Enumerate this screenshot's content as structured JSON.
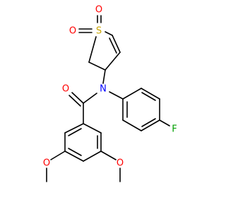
{
  "atoms": {
    "sulfur": "S",
    "sulfonyl_oxygen_left": "O",
    "sulfonyl_oxygen_top": "O",
    "nitrogen": "N",
    "carbonyl_oxygen": "O",
    "fluorine": "F",
    "methoxy_oxygen_left": "O",
    "methoxy_oxygen_right": "O"
  },
  "colors": {
    "bond": "#000000",
    "sulfur": "#c8a400",
    "oxygen": "#ff0000",
    "nitrogen": "#0000ff",
    "fluorine": "#00a000"
  }
}
